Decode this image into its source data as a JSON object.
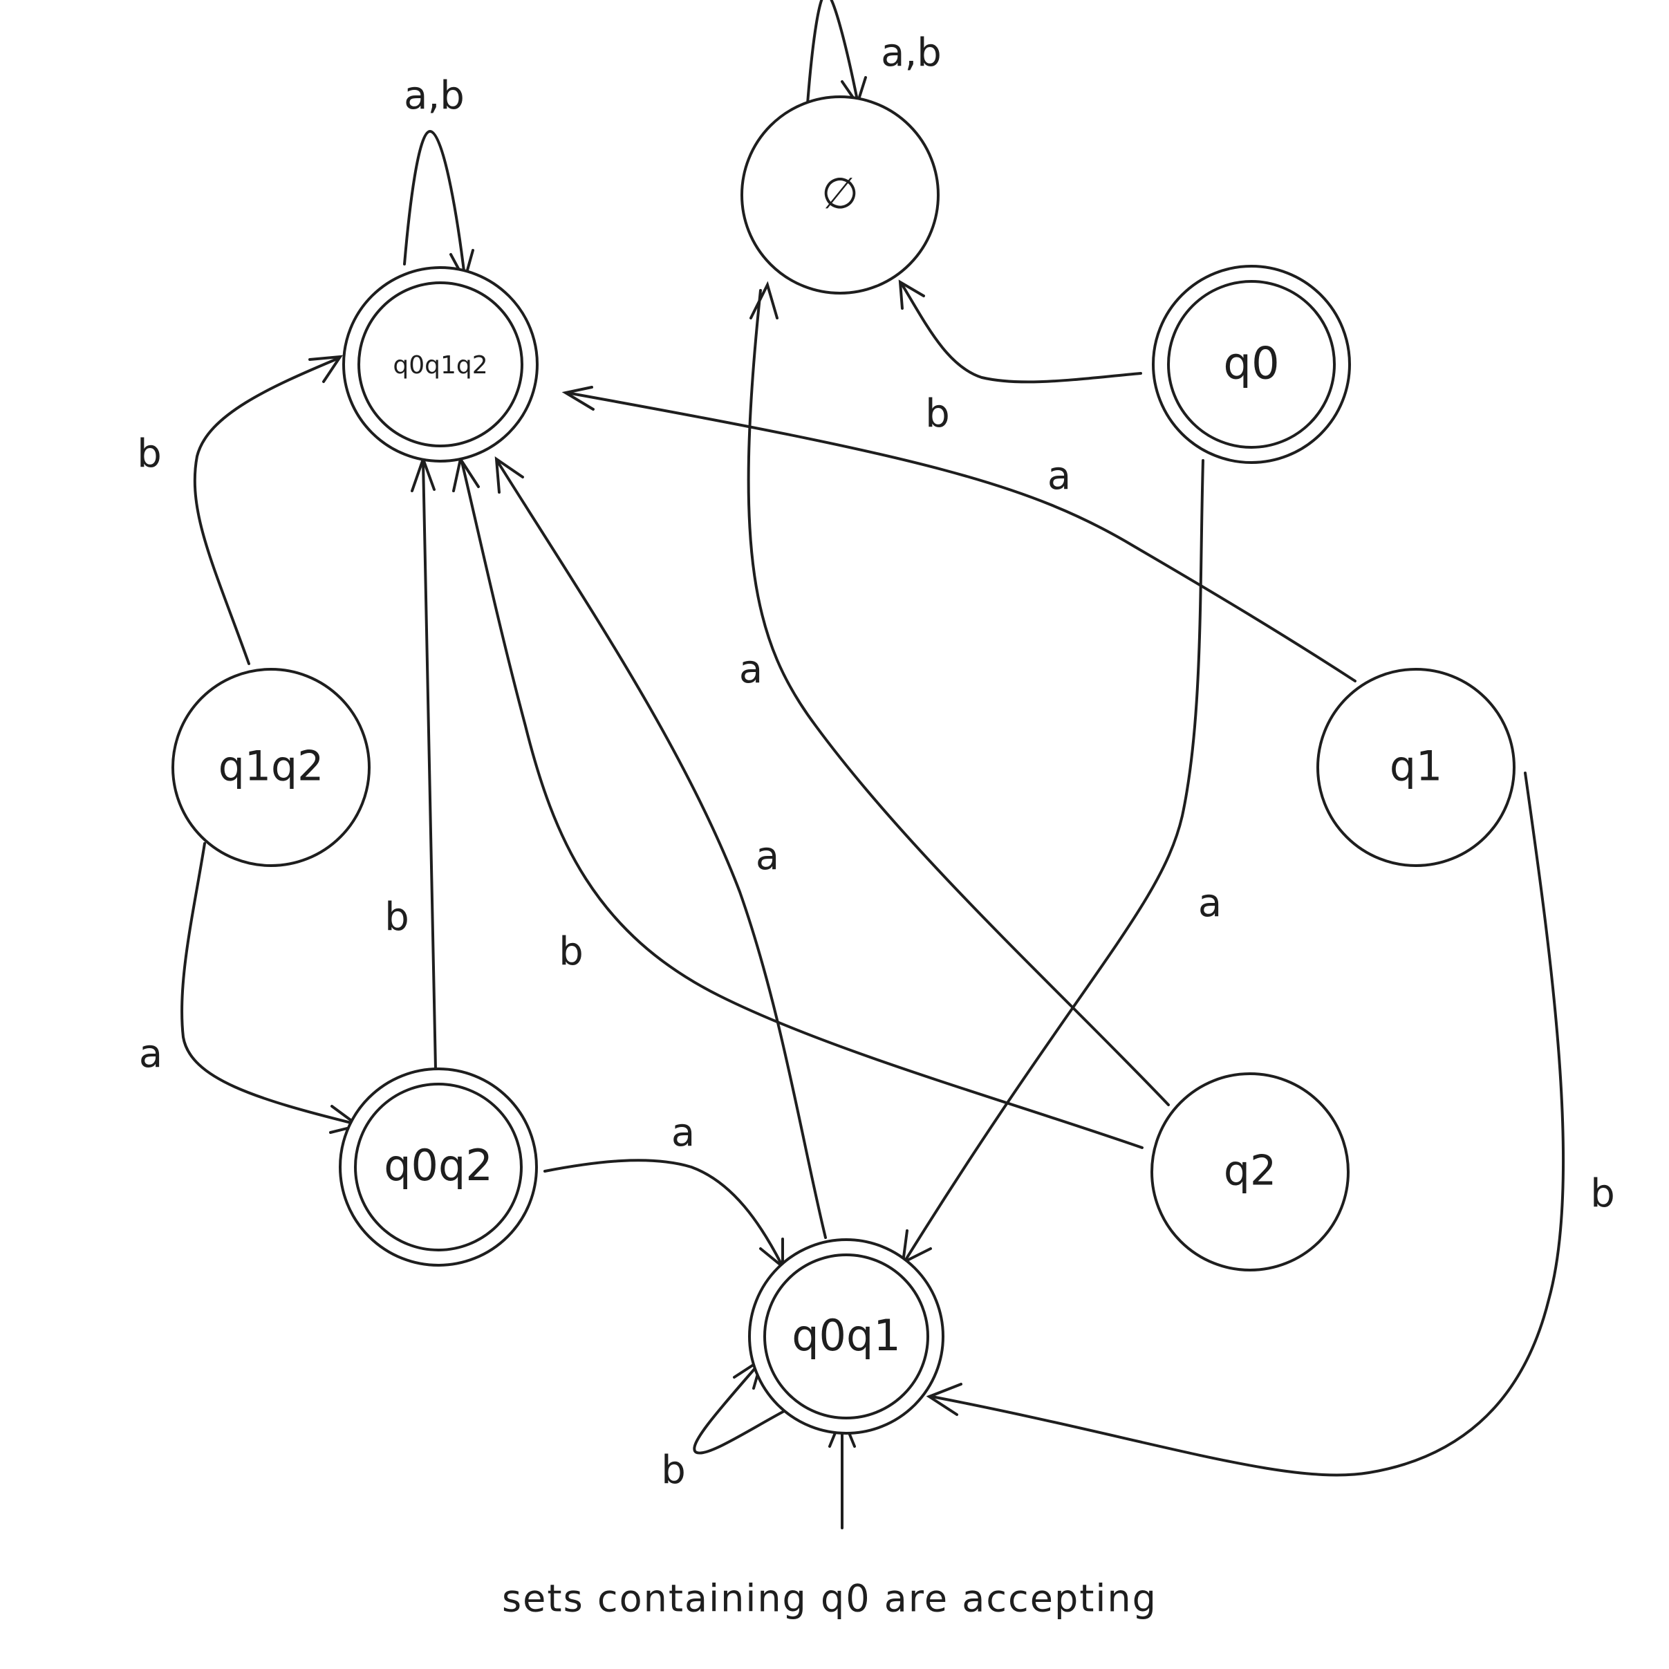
{
  "colors": {
    "ink": "#1e1e1e",
    "background": "#ffffff"
  },
  "states": {
    "empty": {
      "label": "∅",
      "accepting": false
    },
    "q0q1q2": {
      "label": "q0q1q2",
      "accepting": true
    },
    "q0": {
      "label": "q0",
      "accepting": true
    },
    "q1q2": {
      "label": "q1q2",
      "accepting": false
    },
    "q1": {
      "label": "q1",
      "accepting": false
    },
    "q0q2": {
      "label": "q0q2",
      "accepting": true
    },
    "q2": {
      "label": "q2",
      "accepting": false
    },
    "q0q1": {
      "label": "q0q1",
      "accepting": true,
      "start": true
    }
  },
  "edge_labels": {
    "empty_self": "a,b",
    "q0q1q2_self": "a,b",
    "q0_to_empty": "b",
    "q1_to_q0q1q2": "a",
    "q1q2_to_q0q1q2": "b",
    "q2_to_empty": "a",
    "q0q1_to_q0q1q2": "a",
    "q0q2_to_q0q1q2": "b",
    "q2_to_q0q1q2": "b",
    "q0_to_q0q1": "a",
    "q1q2_to_q0q2": "a",
    "q0q2_to_q0q1": "a",
    "q1_to_q0q1": "b",
    "q0q1_self": "b"
  },
  "caption": "sets containing q0 are accepting"
}
